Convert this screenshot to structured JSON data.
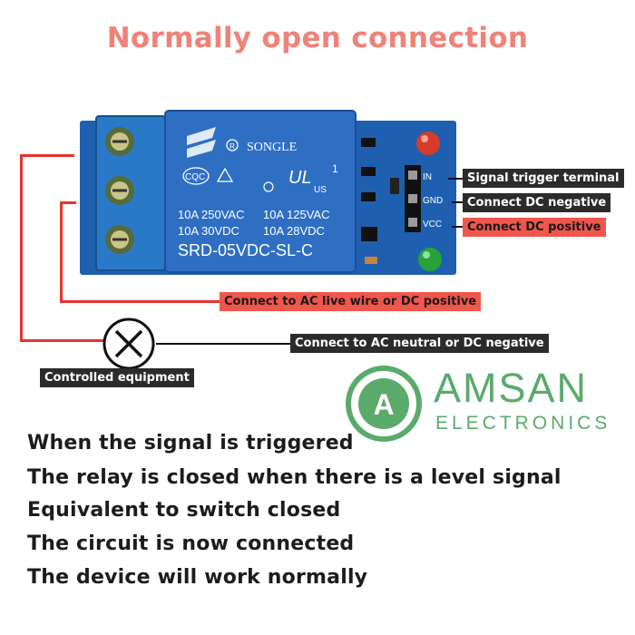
{
  "title": "Normally open connection",
  "pins": {
    "in": "IN",
    "gnd": "GND",
    "vcc": "VCC"
  },
  "relay": {
    "brand": "SONGLE",
    "cert": "CQC",
    "ul_mark": "US",
    "rating_row1_left": "10A 250VAC",
    "rating_row1_right": "10A 125VAC",
    "rating_row2_left": "10A 30VDC",
    "rating_row2_right": "10A 28VDC",
    "model": "SRD-05VDC-SL-C"
  },
  "labels": {
    "signal_trigger": "Signal trigger terminal",
    "dc_negative": "Connect DC negative",
    "dc_positive": "Connect DC positive",
    "ac_live": "Connect to AC live wire or DC positive",
    "ac_neutral": "Connect to AC neutral or DC negative",
    "controlled_equipment": "Controlled equipment"
  },
  "logo": {
    "letter": "A",
    "name": "AMSAN",
    "sub": "ELECTRONICS"
  },
  "description": [
    "When the signal is triggered",
    "The relay is closed when there is a level signal",
    "Equivalent to switch closed",
    "The circuit is now connected",
    "The device will work normally"
  ],
  "colors": {
    "title": "#f08278",
    "wire": "#e8332b",
    "relay_blue": "#2e6fc4",
    "board_blue": "#1f5fb0",
    "brand_green": "#5aaa6c",
    "label_dark": "#2b2b2b",
    "label_red": "#f0564c"
  }
}
